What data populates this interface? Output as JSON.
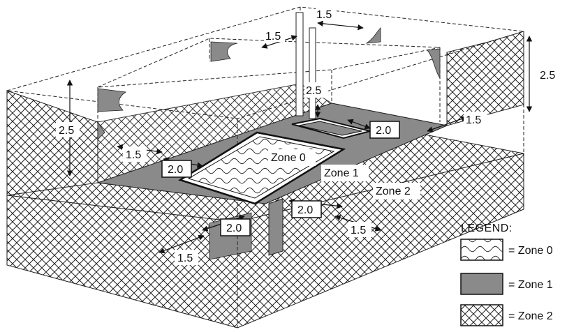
{
  "diagram": {
    "zone_labels": {
      "zone0": "Zone 0",
      "zone1": "Zone 1",
      "zone2": "Zone 2"
    },
    "dimensions": {
      "top_right_1_5": "1.5",
      "top_left_1_5": "1.5",
      "right_height_2_5": "2.5",
      "pole_height_2_5": "2.5",
      "left_height_2_5": "2.5",
      "shower_2_0": "2.0",
      "right_1_5": "1.5",
      "left_1_5": "1.5",
      "left_2_0": "2.0",
      "front_right_2_0": "2.0",
      "front_right_1_5": "1.5",
      "front_left_2_0": "2.0",
      "front_left_1_5": "1.5"
    },
    "legend": {
      "title": "LEGEND:",
      "items": [
        {
          "label": "= Zone 0"
        },
        {
          "label": "= Zone 1"
        },
        {
          "label": "= Zone 2"
        }
      ]
    },
    "colors": {
      "zone1_fill": "#8a8a8a",
      "outline": "#111111",
      "background": "#ffffff"
    }
  }
}
